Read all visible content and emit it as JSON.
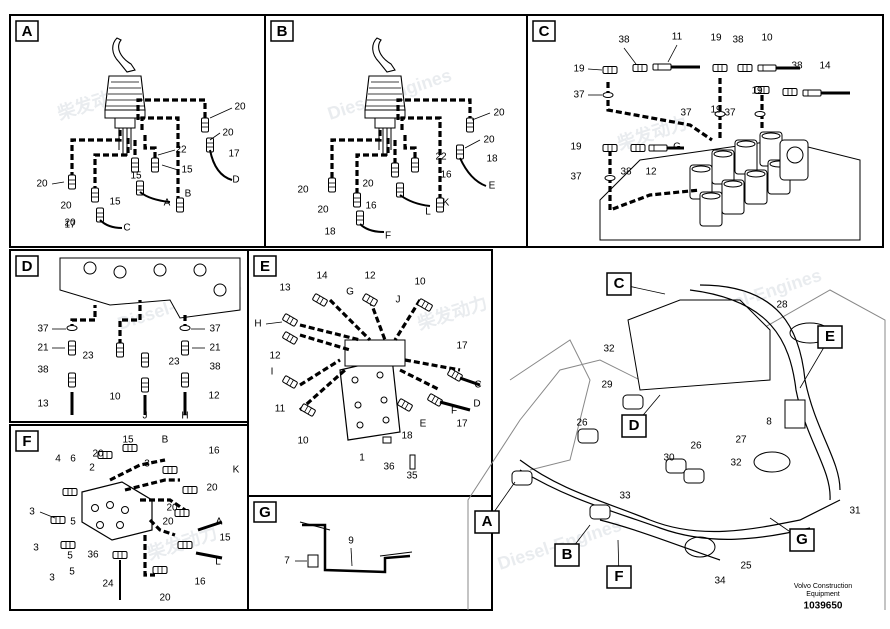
{
  "panels": [
    {
      "id": "A",
      "letter": "A"
    },
    {
      "id": "B",
      "letter": "B"
    },
    {
      "id": "C",
      "letter": "C"
    },
    {
      "id": "D",
      "letter": "D"
    },
    {
      "id": "E",
      "letter": "E"
    },
    {
      "id": "F",
      "letter": "F"
    },
    {
      "id": "G",
      "letter": "G"
    }
  ],
  "overview_callouts": [
    "A",
    "B",
    "C",
    "D",
    "E",
    "F",
    "G"
  ],
  "footer": {
    "company_line1": "Volvo Construction",
    "company_line2": "Equipment",
    "drawing_number": "1039650"
  },
  "watermark": {
    "text_latin": "Diesel-Engines",
    "text_cjk": "柴发动力"
  },
  "callouts": {
    "A": [
      "20",
      "20",
      "22",
      "15",
      "17",
      "D",
      "20",
      "15",
      "B",
      "20",
      "A",
      "20",
      "15",
      "17",
      "C"
    ],
    "B": [
      "20",
      "20",
      "22",
      "18",
      "16",
      "E",
      "20",
      "20",
      "16",
      "K",
      "20",
      "L",
      "18",
      "F"
    ],
    "C": [
      "38",
      "11",
      "19",
      "38",
      "10",
      "19",
      "38",
      "14",
      "19",
      "37",
      "19",
      "37",
      "37",
      "19",
      "G",
      "38",
      "12",
      "37"
    ],
    "D": [
      "37",
      "21",
      "38",
      "13",
      "23",
      "23",
      "37",
      "21",
      "38",
      "12",
      "10",
      "J",
      "H"
    ],
    "E": [
      "14",
      "12",
      "10",
      "13",
      "G",
      "J",
      "H",
      "12",
      "17",
      "C",
      "I",
      "11",
      "10",
      "E",
      "18",
      "17",
      "F",
      "D",
      "1",
      "36",
      "35"
    ],
    "F": [
      "15",
      "B",
      "20",
      "3",
      "16",
      "K",
      "4",
      "6",
      "2",
      "20",
      "3",
      "5",
      "20",
      "20",
      "A",
      "15",
      "3",
      "5",
      "36",
      "16",
      "L",
      "3",
      "5",
      "24",
      "20"
    ],
    "G": [
      "9",
      "7"
    ],
    "overview": [
      "28",
      "32",
      "8",
      "29",
      "26",
      "30",
      "26",
      "27",
      "32",
      "31",
      "33",
      "25",
      "34"
    ]
  }
}
